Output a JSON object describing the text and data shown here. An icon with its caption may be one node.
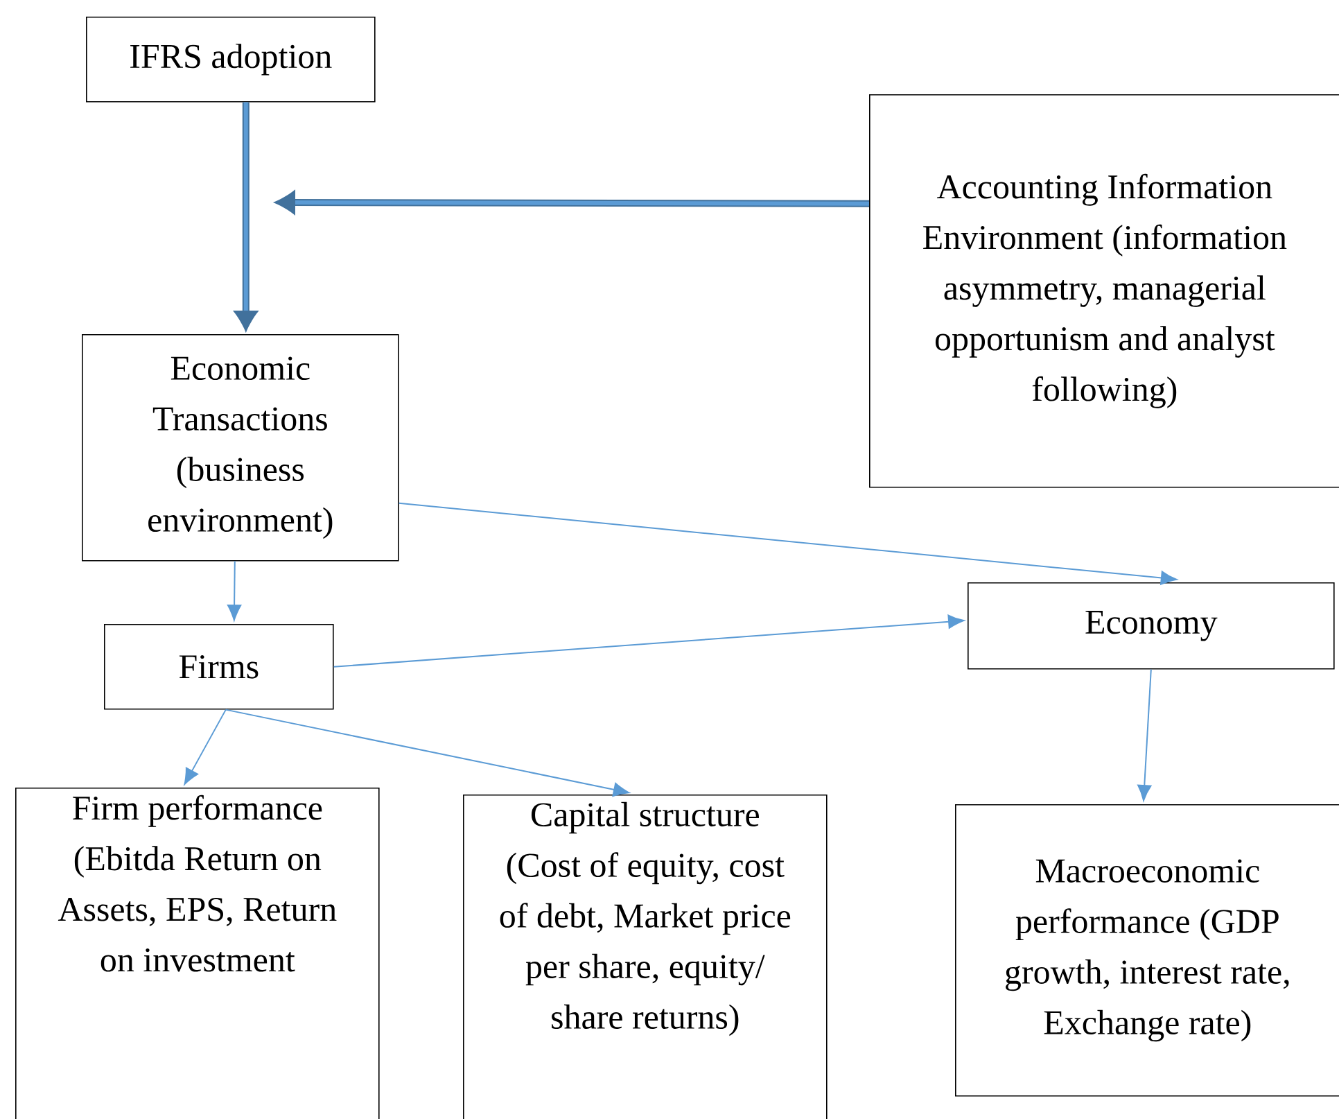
{
  "diagram": {
    "nodes": [
      {
        "text": [
          "IFRS adoption"
        ]
      },
      {
        "text": [
          "Accounting Information Environment (information asymmetry, managerial opportunism and analyst following)"
        ]
      },
      {
        "text": [
          "Economic Transactions (business environment)"
        ]
      },
      {
        "text": [
          "Firms"
        ]
      },
      {
        "text": [
          "Economy"
        ]
      },
      {
        "text": [
          "Firm performance (Ebitda Return on Assets, EPS, Return on investment"
        ]
      },
      {
        "text": [
          "Capital structure (Cost of equity, cost of debt, Market price per share, equity/ share returns)"
        ]
      },
      {
        "text": [
          "Macroeconomic performance (GDP growth, interest rate, Exchange rate)"
        ]
      }
    ],
    "edges": [
      {
        "from": 0,
        "to": 2,
        "arrow": "to",
        "style": "thick",
        "color": "#41719c"
      },
      {
        "from": 1,
        "to": null,
        "arrow": "to",
        "style": "thick",
        "color": "#41719c"
      },
      {
        "from": 2,
        "to": 3,
        "arrow": "to"
      },
      {
        "from": 2,
        "to": 4,
        "arrow": "to"
      },
      {
        "from": 3,
        "to": 4,
        "arrow": "to"
      },
      {
        "from": 3,
        "to": 5,
        "arrow": "to"
      },
      {
        "from": 3,
        "to": 6,
        "arrow": "to"
      },
      {
        "from": 4,
        "to": 7,
        "arrow": "to"
      }
    ]
  }
}
